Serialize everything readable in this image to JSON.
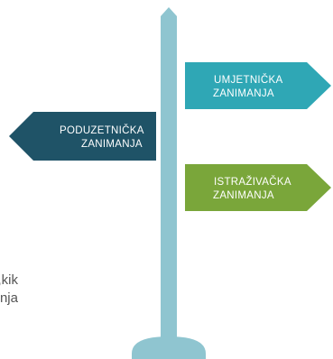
{
  "signs": {
    "right_top": {
      "line1": "UMJETNIČKA",
      "line2": "ZANIMANJA",
      "color": "#2fa7b5"
    },
    "left": {
      "line1": "PODUZETNIČKA",
      "line2": "ZANIMANJA",
      "color": "#1f5367"
    },
    "right_bottom": {
      "line1": "ISTRAŽIVAČKA",
      "line2": "ZANIMANJA",
      "color": "#7aa63a"
    }
  },
  "pole": {
    "color": "#8fc5d0"
  },
  "side_text": {
    "line1": "kik,",
    "line2": "nja"
  }
}
